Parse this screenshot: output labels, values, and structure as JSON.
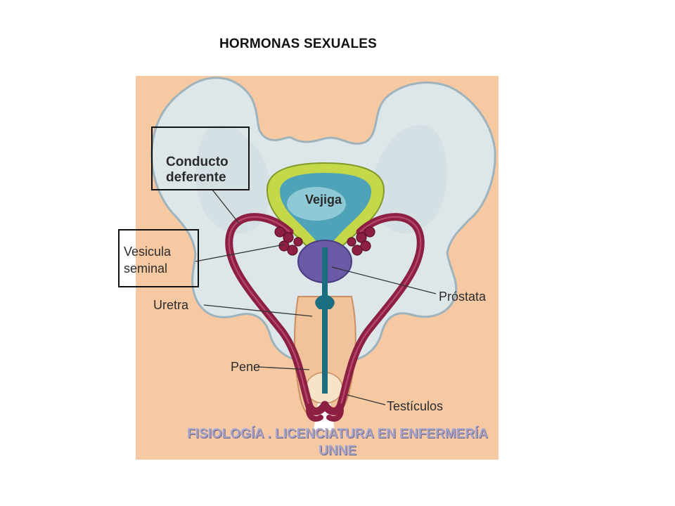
{
  "slide": {
    "title": "HORMONAS SEXUALES",
    "footer_line1": "FISIOLOGÍA . LICENCIATURA EN ENFERMERÍA",
    "footer_line2": "UNNE"
  },
  "diagram": {
    "labels": {
      "conducto_line1": "Conducto",
      "conducto_line2": "deferente",
      "vejiga": "Vejiga",
      "vesicula_line1": "Vesicula",
      "vesicula_line2": "seminal",
      "prostata": "Próstata",
      "uretra": "Uretra",
      "pene": "Pene",
      "testiculos": "Testículos"
    },
    "colors": {
      "skin": "#f6c9a3",
      "pelvis": "#dde7ea",
      "pelvis_outline": "#9eb3bb",
      "bladder_wall": "#c5d84a",
      "bladder_inner": "#4fa3b8",
      "vas_deferens": "#8c1f42",
      "prostate": "#6b5aa6",
      "urethra": "#1d6d80",
      "penis": "#f0c39a"
    }
  }
}
